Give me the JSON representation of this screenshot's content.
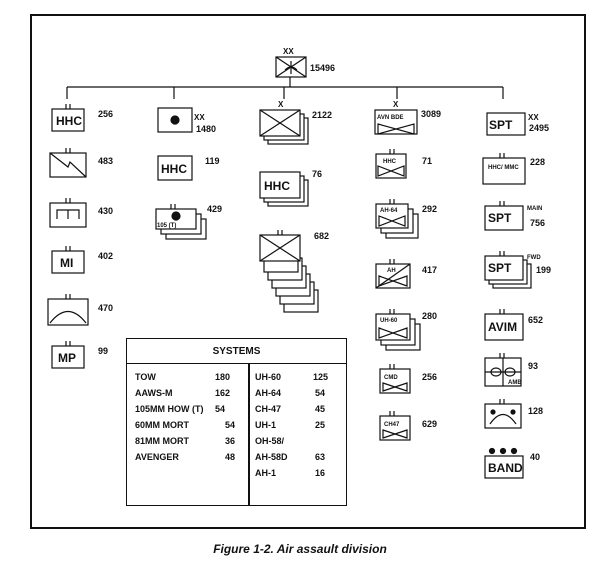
{
  "division": {
    "echelon": "XX",
    "strength": "15496"
  },
  "units": {
    "hhc_1": {
      "label": "HHC",
      "strength": "256"
    },
    "sig": {
      "strength": "483"
    },
    "engr": {
      "strength": "430"
    },
    "mi": {
      "label": "MI",
      "strength": "402"
    },
    "ada": {
      "strength": "470"
    },
    "mp": {
      "label": "MP",
      "strength": "99"
    },
    "arty": {
      "echelon": "XX",
      "strength": "1480"
    },
    "arty_hhc": {
      "label": "HHC",
      "strength": "119"
    },
    "arty_bn": {
      "label": "105 (T)",
      "strength": "429"
    },
    "bde": {
      "echelon": "X",
      "strength": "2122"
    },
    "bde_hhc": {
      "label": "HHC",
      "strength": "76"
    },
    "inf_bn": {
      "strength": "682"
    },
    "avn": {
      "echelon": "X",
      "label": "AVN BDE",
      "strength": "3089"
    },
    "avn_hhc": {
      "label": "HHC",
      "strength": "71"
    },
    "ah64": {
      "label": "AH-64",
      "strength": "292"
    },
    "cav": {
      "label": "AH",
      "strength": "417"
    },
    "uh60": {
      "label": "UH-60",
      "strength": "280"
    },
    "cmd": {
      "label": "CMD",
      "strength": "256"
    },
    "ch47": {
      "label": "CH47",
      "strength": "629"
    },
    "spt": {
      "echelon": "XX",
      "label": "SPT",
      "strength": "2495"
    },
    "hhc_mmc": {
      "label": "HHC/ MMC",
      "strength": "228"
    },
    "spt_main": {
      "label": "SPT",
      "tag": "MAIN",
      "strength": "756"
    },
    "spt_fwd": {
      "label": "SPT",
      "tag": "FWD",
      "strength": "199"
    },
    "avim": {
      "label": "AVIM",
      "strength": "652"
    },
    "med": {
      "tag": "AMB",
      "strength": "93"
    },
    "qm": {
      "strength": "128"
    },
    "band": {
      "label": "BAND",
      "strength": "40"
    }
  },
  "systems": {
    "title": "SYSTEMS",
    "left": [
      {
        "name": "TOW",
        "value": "180"
      },
      {
        "name": "AAWS-M",
        "value": "162"
      },
      {
        "name": "105MM HOW (T)",
        "value": "54"
      },
      {
        "name": "60MM MORT",
        "value": "54"
      },
      {
        "name": "81MM MORT",
        "value": "36"
      },
      {
        "name": "AVENGER",
        "value": "48"
      }
    ],
    "right": [
      {
        "name": "UH-60",
        "value": "125"
      },
      {
        "name": "AH-64",
        "value": "54"
      },
      {
        "name": "CH-47",
        "value": "45"
      },
      {
        "name": "UH-1",
        "value": "25"
      },
      {
        "name": "OH-58/",
        "value": ""
      },
      {
        "name": "AH-58D",
        "value": "63"
      },
      {
        "name": "AH-1",
        "value": "16"
      }
    ]
  },
  "caption": "Figure  1-2. Air assault division"
}
